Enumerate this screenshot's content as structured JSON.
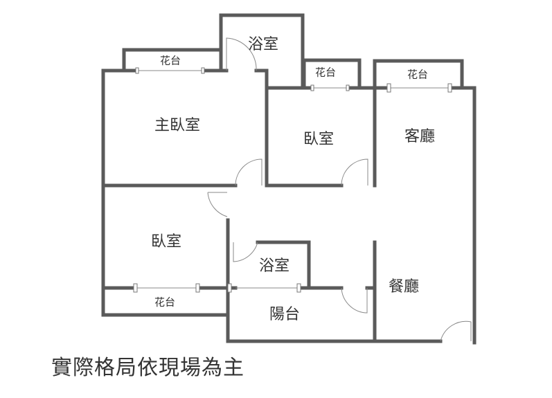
{
  "rooms": {
    "bath_top": "浴室",
    "planter_tl": "花台",
    "planter_mid": "花台",
    "planter_tr": "花台",
    "master_bedroom": "主臥室",
    "bedroom_mid": "臥室",
    "living_room": "客廳",
    "bedroom_left": "臥室",
    "bath_mid": "浴室",
    "planter_bl": "花台",
    "balcony": "陽台",
    "dining_room": "餐廳"
  },
  "note": "實際格局依現場為主",
  "colors": {
    "wall": "#5a5a5a"
  }
}
